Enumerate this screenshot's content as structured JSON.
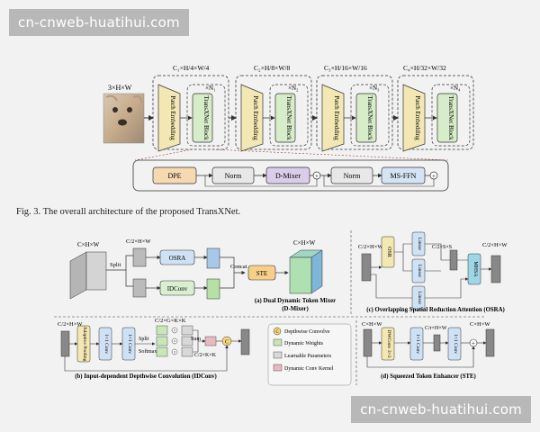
{
  "watermark": {
    "top": "cn-cnweb-huatihui.com",
    "bottom": "cn-cnweb-huatihui.com"
  },
  "input_label": "3×H×W",
  "stages": [
    {
      "dims": "C₁×H/4×W/4",
      "repeat": "×N₁"
    },
    {
      "dims": "C₂×H/8×W/8",
      "repeat": "×N₂"
    },
    {
      "dims": "C₃×H/16×W/16",
      "repeat": "×N₃"
    },
    {
      "dims": "C₄×H/32×W/32",
      "repeat": "×N₄"
    }
  ],
  "patch_label": "Patch Embedding",
  "block_label": "TransXNet Block",
  "detail_row": {
    "dpe": "DPE",
    "norm1": "Norm",
    "dmixer": "D-Mixer",
    "norm2": "Norm",
    "msffn": "MS-FFN"
  },
  "caption": "Fig. 3.  The overall architecture of the proposed TransXNet.",
  "dmixer_panel": {
    "in_dims": "C×H×W",
    "split": "Split",
    "half_dims": "C/2×H×W",
    "osra": "OSRA",
    "idconv": "IDConv",
    "concat": "Concat",
    "ste": "STE",
    "out_dims": "C×H×W",
    "title": "(a) Dual Dynamic Token Mixer",
    "subtitle": "(D-Mixer)"
  },
  "osra_panel": {
    "in_dims": "C/2×H×W",
    "osr": "OSR",
    "linear1": "Linear",
    "linear2": "Linear",
    "linear3": "Linear",
    "kv_dims": "C/2×S×S",
    "mhsa": "MHSA",
    "out_dims": "C/2×H×W",
    "title": "(c) Overlapping Spatial Reduction Attention (OSRA)"
  },
  "idconv_panel": {
    "in_dims": "C/2×H×W",
    "adaptive": "Adaptive Pooling",
    "conv1": "1×1 Conv",
    "conv2": "1×1 Conv",
    "weights_dims": "C/2×G×K×K",
    "split": "Split",
    "softmax": "Softmax",
    "sum": "Sum",
    "kernel_dims": "C/2×K×K",
    "title": "(b) Input-dependent Depthwise Convolution (IDConv)"
  },
  "legend": {
    "depthwise": "Depthwise Convolve",
    "dyn_weights": "Dynamic Weights",
    "learn_params": "Learnable Parameters",
    "dyn_kernel": "Dynamic Conv Kernel"
  },
  "ste_panel": {
    "in_dims": "C×H×W",
    "dwconv": "DWConv 3×3",
    "conv1": "1×1 Conv",
    "mid_dims": "C/r×H×W",
    "conv2": "1×1 Conv",
    "out_dims": "C×H×W",
    "title": "(d) Squeezed Token Enhancer (STE)"
  },
  "colors": {
    "patch": "#f3e7b3",
    "block": "#d7ecc9",
    "dpe": "#f6d9b0",
    "dmixer": "#d9cdea",
    "msffn": "#d6e3f5",
    "osra": "#cfe1f5",
    "idconv": "#d9f0d0",
    "ste": "#f6cf8b"
  }
}
